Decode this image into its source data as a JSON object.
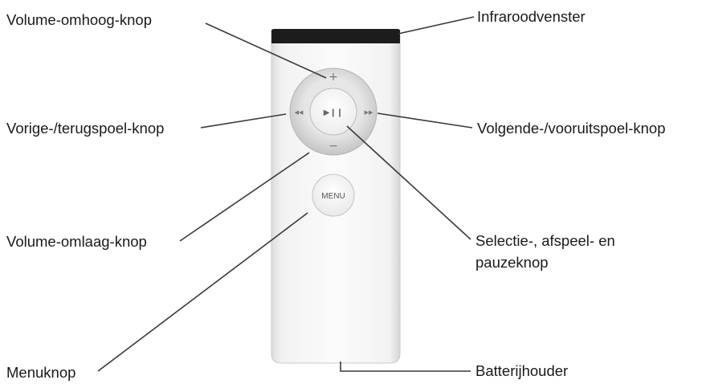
{
  "labels": {
    "volume_up": "Volume-omhoog-knop",
    "infrared_window": "Infraroodvenster",
    "previous_rewind": "Vorige-/terugspoel-knop",
    "next_fastforward": "Volgende-/vooruitspoel-knop",
    "volume_down": "Volume-omlaag-knop",
    "select_play_pause_line1": "Selectie-, afspeel- en",
    "select_play_pause_line2": "pauzeknop",
    "menu_button": "Menuknop",
    "battery_holder": "Batterijhouder"
  },
  "remote": {
    "menu_text": "MENU",
    "plus_symbol": "+",
    "minus_symbol": "−",
    "play_pause_symbol": "▶❙❙",
    "prev_symbol": "◀◀",
    "next_symbol": "▶▶"
  },
  "colors": {
    "remote_body": "#f4f4f4",
    "ir_window": "#1c1c1c",
    "wheel_ring": "#cfcfcf",
    "text": "#1a1a1a"
  }
}
